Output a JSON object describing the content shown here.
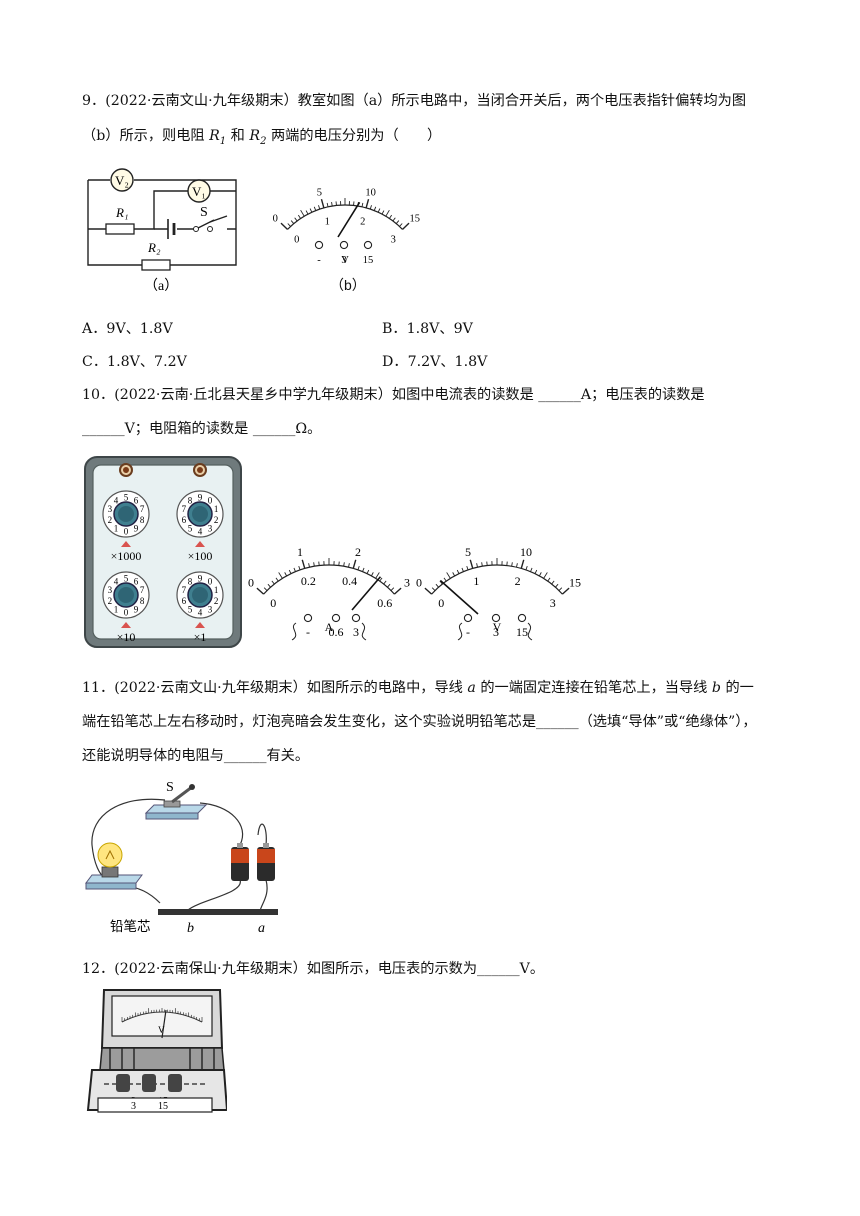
{
  "q9": {
    "line1": "9．(2022·云南文山·九年级期末）教室如图（a）所示电路中，当闭合开关后，两个电压表指针偏转均为图",
    "line2_a": "（b）所示，则电阻 ",
    "r1": "R",
    "r1_sub": "1",
    "line2_b": " 和 ",
    "r2": "R",
    "r2_sub": "2",
    "line2_c": " 两端的电压分别为（　　）",
    "fig_a": {
      "v2": "V₂",
      "v1": "V₁",
      "r1": "R₁",
      "r2": "R₂",
      "s": "S",
      "caption": "（a）"
    },
    "fig_b": {
      "top_ticks": [
        "0",
        "5",
        "10",
        "15"
      ],
      "bottom_ticks": [
        "0",
        "1",
        "2",
        "3"
      ],
      "unit": "V",
      "terminals": [
        "-",
        "3",
        "15"
      ],
      "caption": "（b）"
    },
    "options": [
      "A．9V、1.8V",
      "B．1.8V、9V",
      "C．1.8V、7.2V",
      "D．7.2V、1.8V"
    ]
  },
  "q10": {
    "line1": "10．(2022·云南·丘北县天星乡中学九年级期末）如图中电流表的读数是 ______A；电压表的读数是",
    "line2": "______V；电阻箱的读数是 ______Ω。",
    "box": {
      "multipliers": [
        "×1000",
        "×100",
        "×10",
        "×1"
      ],
      "digits": "0123456789"
    },
    "ammeter": {
      "top_ticks": [
        "0",
        "1",
        "2",
        "3"
      ],
      "bottom_ticks": [
        "0",
        "0.2",
        "0.4",
        "0.6"
      ],
      "unit": "A",
      "terminals": [
        "-",
        "0.6",
        "3"
      ]
    },
    "voltmeter": {
      "top_ticks": [
        "0",
        "5",
        "10",
        "15"
      ],
      "bottom_ticks": [
        "0",
        "1",
        "2",
        "3"
      ],
      "unit": "V",
      "terminals": [
        "-",
        "3",
        "15"
      ]
    }
  },
  "q11": {
    "line1_a": "11．(2022·云南文山·九年级期末）如图所示的电路中，导线 ",
    "a": "a",
    "line1_b": " 的一端固定连接在铅笔芯上，当导线 ",
    "b": "b",
    "line1_c": " 的一",
    "line2": "端在铅笔芯上左右移动时，灯泡亮暗会发生变化，这个实验说明铅笔芯是______（选填“导体”或“绝缘体”），",
    "line3": "还能说明导体的电阻与______有关。",
    "fig": {
      "s": "S",
      "pencil": "铅笔芯",
      "b": "b",
      "a": "a"
    }
  },
  "q12": {
    "line1": "12．(2022·云南保山·九年级期末）如图所示，电压表的示数为______V。",
    "fig": {
      "unit": "V",
      "terminal_3": "3",
      "terminal_15": "15"
    }
  }
}
